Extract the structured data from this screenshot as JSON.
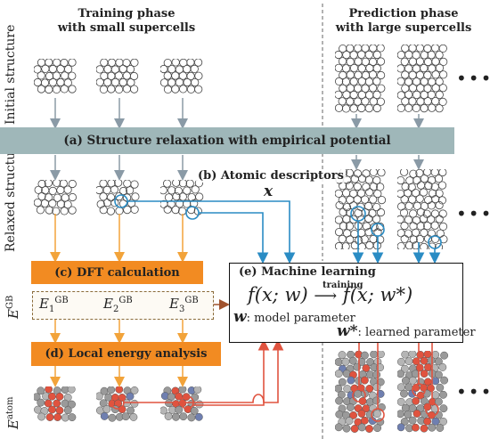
{
  "titles": {
    "training_line1": "Training phase",
    "training_line2": "with small supercells",
    "prediction_line1": "Prediction phase",
    "prediction_line2": "with large supercells"
  },
  "row_labels": {
    "initial": "Initial structure",
    "relaxed": "Relaxed structure"
  },
  "steps": {
    "a": "(a) Structure relaxation with empirical potential",
    "b": "(b) Atomic descriptors",
    "c": "(c) DFT calculation",
    "d": "(d) Local energy analysis",
    "e": "(e) Machine learning"
  },
  "symbols": {
    "x": "x",
    "E_gb_E": "E",
    "E_gb_sup": "GB",
    "E_atom_E": "E",
    "E_atom_sup": "atom",
    "E_letter": "E",
    "gb_sup": "GB",
    "sub1": "1",
    "sub2": "2",
    "sub3": "3"
  },
  "ml": {
    "formula_left": "f(x; w)",
    "training": "training",
    "formula_right": "f(x; w*)",
    "w": "w",
    "w_desc": ": model parameter",
    "wstar": "w*",
    "wstar_desc": ": learned parameter"
  },
  "ellipsis": "•••",
  "colors": {
    "relax_bar": "#9fb7b9",
    "orange": "#f28b22",
    "blue": "#2a8cc4",
    "red": "#e0533f",
    "arrow_gray": "#8a9aa6",
    "arrow_orange": "#f2a33a",
    "atom_outline": "#444444",
    "atom_gray": "#9a9a9a"
  }
}
